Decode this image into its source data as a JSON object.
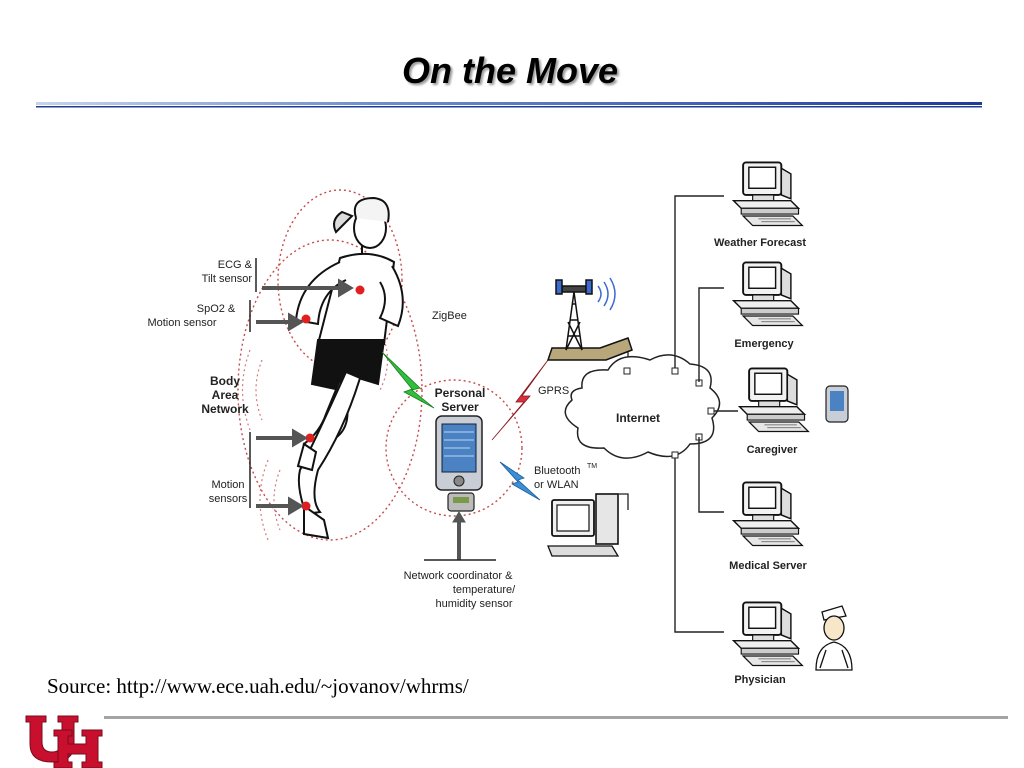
{
  "slide": {
    "title": "On the Move",
    "source": "Source: http://www.ece.uah.edu/~jovanov/whrms/"
  },
  "diagram": {
    "body_labels": {
      "ecg": [
        "ECG &",
        "Tilt sensor"
      ],
      "spo2": [
        "SpO2 &",
        "Motion sensor"
      ],
      "ban": [
        "Body",
        "Area",
        "Network"
      ],
      "motion": [
        "Motion",
        "sensors"
      ]
    },
    "zigbee": "ZigBee",
    "personal_server": [
      "Personal",
      "Server"
    ],
    "coordinator": [
      "Network coordinator &",
      "temperature/",
      "humidity sensor"
    ],
    "gprs": "GPRS",
    "bluetooth": [
      "Bluetooth",
      "TM",
      "or WLAN"
    ],
    "internet": "Internet",
    "endpoints": {
      "weather": "Weather Forecast",
      "emergency": "Emergency",
      "caregiver": "Caregiver",
      "medical": "Medical Server",
      "physician": "Physician"
    }
  },
  "colors": {
    "title_rule": "#2b4aa8",
    "zigbee_bolt": "#2fbf3a",
    "gprs_bolt": "#d8303c",
    "bluetooth_bolt": "#3b8fd9",
    "sensor_dot": "#e02020",
    "dotted_ring": "#c84b4b",
    "logo_red": "#c8102e"
  },
  "icons": [
    "computer-icon",
    "pda-icon",
    "cell-tower-icon",
    "nurse-icon",
    "runner-figure",
    "uh-logo"
  ]
}
